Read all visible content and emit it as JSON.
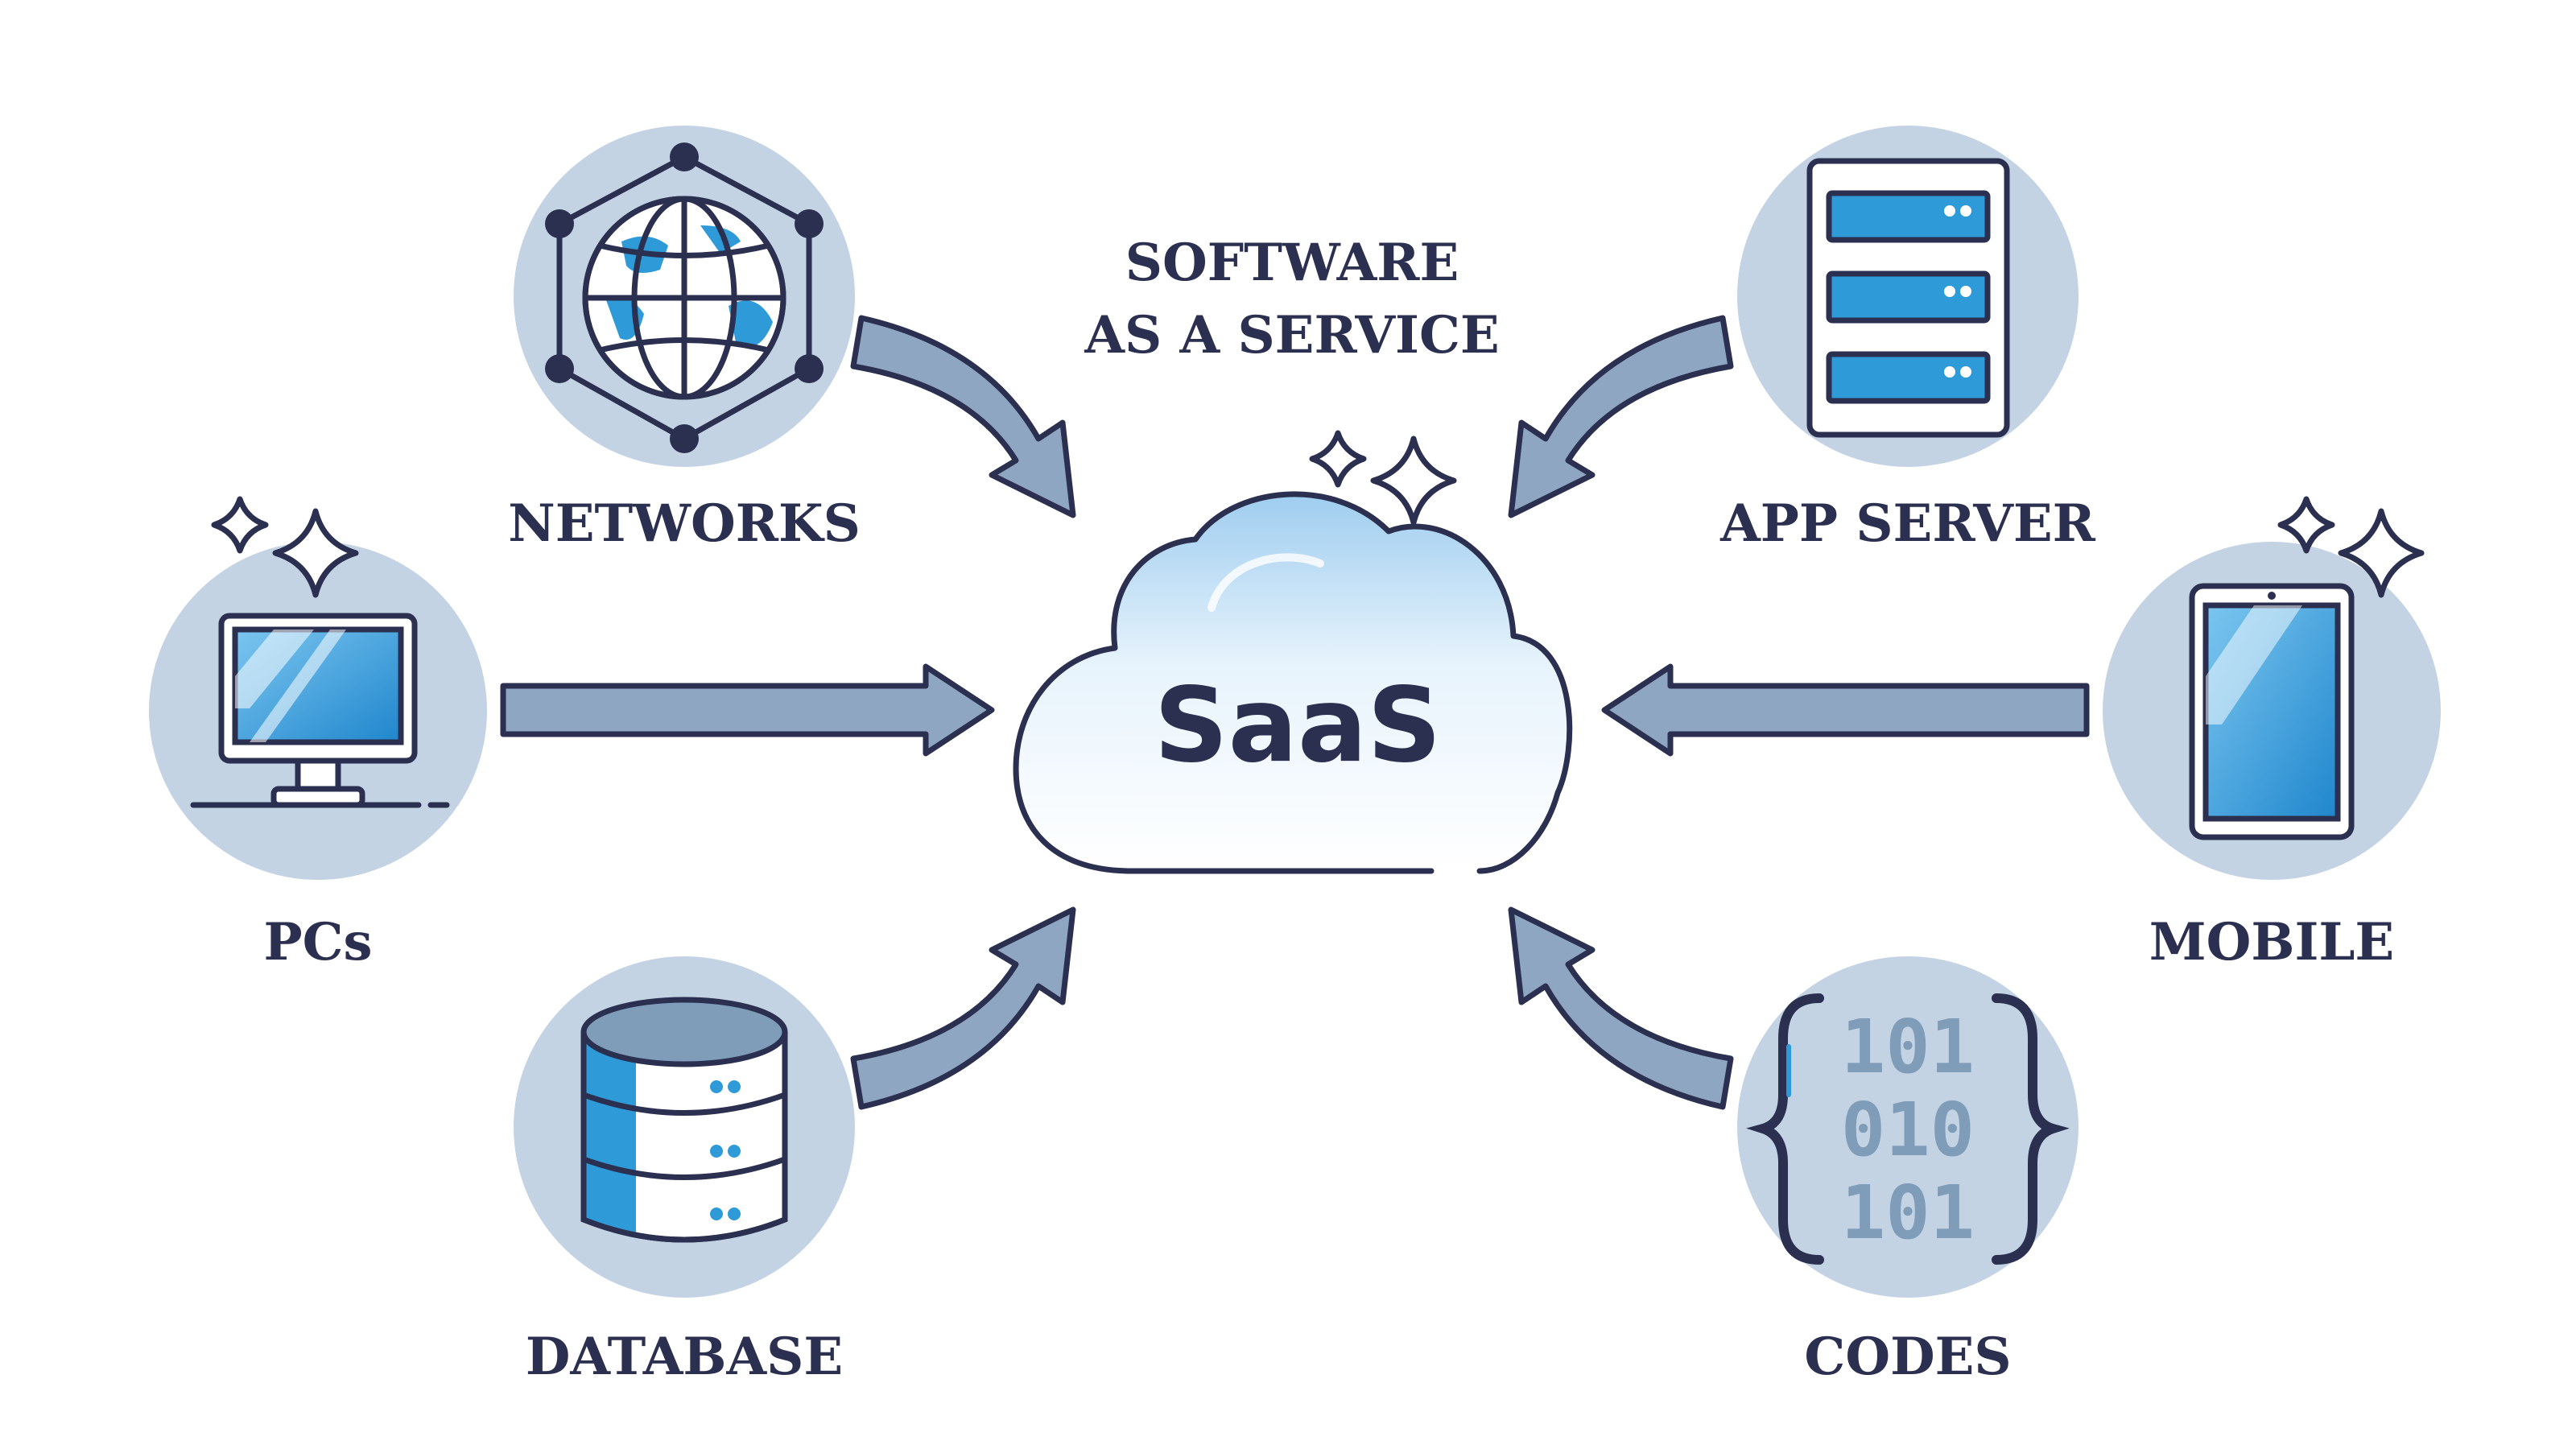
{
  "title": {
    "line1": "SOFTWARE",
    "line2": "AS A SERVICE"
  },
  "center": {
    "label": "SaaS"
  },
  "nodes": {
    "networks": {
      "label": "NETWORKS",
      "icon": "globe-network-icon"
    },
    "app_server": {
      "label": "APP SERVER",
      "icon": "server-rack-icon"
    },
    "pcs": {
      "label": "PCs",
      "icon": "desktop-monitor-icon"
    },
    "mobile": {
      "label": "MOBILE",
      "icon": "tablet-icon"
    },
    "database": {
      "label": "DATABASE",
      "icon": "database-icon"
    },
    "codes": {
      "label": "CODES",
      "icon": "binary-code-icon",
      "lines": [
        "101",
        "010",
        "101"
      ]
    }
  },
  "colors": {
    "outline": "#2b3050",
    "circle": "#c3d3e4",
    "arrow": "#8ea6c2",
    "accent_blue": "#2e9ad8",
    "cloud_top": "#a9d4f1"
  }
}
